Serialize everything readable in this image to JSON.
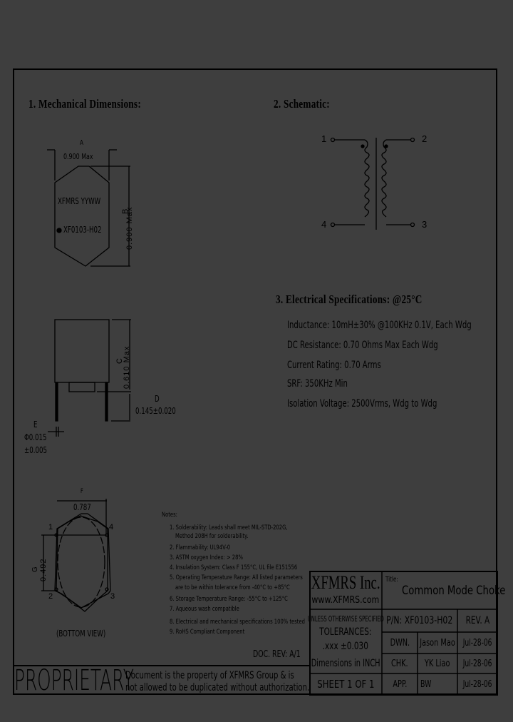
{
  "sections": {
    "mechanical": {
      "heading": "1. Mechanical Dimensions:"
    },
    "schematic": {
      "heading": "2. Schematic:",
      "pins": [
        "1",
        "2",
        "3",
        "4"
      ]
    },
    "electrical": {
      "heading": "3. Electrical Specifications: @25°C",
      "specs": [
        "Inductance: 10mH±30% @100KHz 0.1V, Each Wdg",
        "DC Resistance: 0.70 Ohms Max Each Wdg",
        "Current Rating: 0.70 Arms",
        "SRF: 350KHz Min",
        "Isolation Voltage: 2500Vrms, Wdg to Wdg"
      ]
    }
  },
  "top_view": {
    "dim_a_label": "A",
    "dim_a_value": "0.900 Max",
    "dim_b_label": "B",
    "dim_b_value": "0.900 Max",
    "marking_line1": "XFMRS YYWW",
    "marking_line2": "XF0103-H02"
  },
  "side_view": {
    "dim_c_label": "C",
    "dim_c_value": "0.610 Max",
    "dim_d_label": "D",
    "dim_d_value": "0.145±0.020",
    "dim_e_label": "E",
    "dim_e_value1": "Φ0.015",
    "dim_e_value2": "±0.005"
  },
  "bottom_view": {
    "dim_f_label": "F",
    "dim_f_value": "0.787",
    "dim_g_label": "G",
    "dim_g_value": "0.492",
    "pins": [
      "1",
      "4",
      "2",
      "3"
    ],
    "caption": "(BOTTOM VIEW)"
  },
  "notes": {
    "heading": "Notes:",
    "items": [
      "1. Solderability: Leads shall meet MIL-STD-202G,",
      "    Method 208H for solderability.",
      "2. Flammability: UL94V-0",
      "3. ASTM oxygen Index: > 28%",
      "4. Insulation System: Class F 155°C, UL file E151556",
      "5. Operating Temperature Range: All listed parameters",
      "    are to be within tolerance from -40°C to +85°C",
      "6. Storage Temperature Range: -55°C to +125°C",
      "7. Aqueous wash compatible",
      "8. Electrical and mechanical specifications 100% tested",
      "9. RoHS Compliant Component"
    ]
  },
  "doc_rev": "DOC. REV: A/1",
  "title_block": {
    "company": "XFMRS Inc.",
    "website": "www.XFMRS.com",
    "title_label": "Title:",
    "title": "Common Mode Choke",
    "tolerance_line1": "UNLESS OTHERWISE SPECIFIED",
    "tolerance_line2": "TOLERANCES:",
    "tolerance_line3": ".xxx ±0.030",
    "tolerance_line4": "Dimensions in INCH",
    "sheet": "SHEET 1 OF 1",
    "part_number": "P/N: XF0103-H02",
    "revision": "REV. A",
    "rows": [
      {
        "role": "DWN.",
        "name": "Jason Mao",
        "date": "Jul-28-06"
      },
      {
        "role": "CHK.",
        "name": "YK Liao",
        "date": "Jul-28-06"
      },
      {
        "role": "APP.",
        "name": "BW",
        "date": "Jul-28-06"
      }
    ]
  },
  "proprietary": {
    "label": "PROPRIETARY",
    "text_line1": "Document is the property of XFMRS Group & is",
    "text_line2": "not allowed to be duplicated without authorization."
  },
  "colors": {
    "background": "#3e3e3e",
    "ink": "#000000"
  }
}
